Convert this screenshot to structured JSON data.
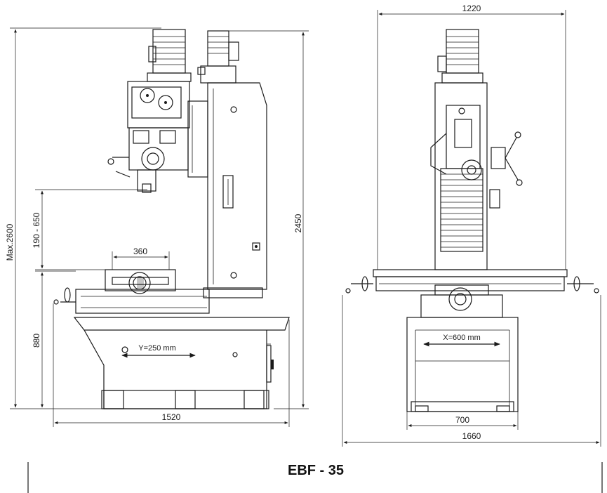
{
  "drawing": {
    "title": "EBF - 35",
    "side_view": {
      "height_max": "Max.2600",
      "height_range": "190 - 650",
      "table_height": "880",
      "total_height": "2450",
      "table_width": "360",
      "y_travel": "Y=250 mm",
      "base_length": "1520"
    },
    "front_view": {
      "top_width": "1220",
      "x_travel": "X=600 mm",
      "base_width": "700",
      "total_width": "1660"
    }
  }
}
